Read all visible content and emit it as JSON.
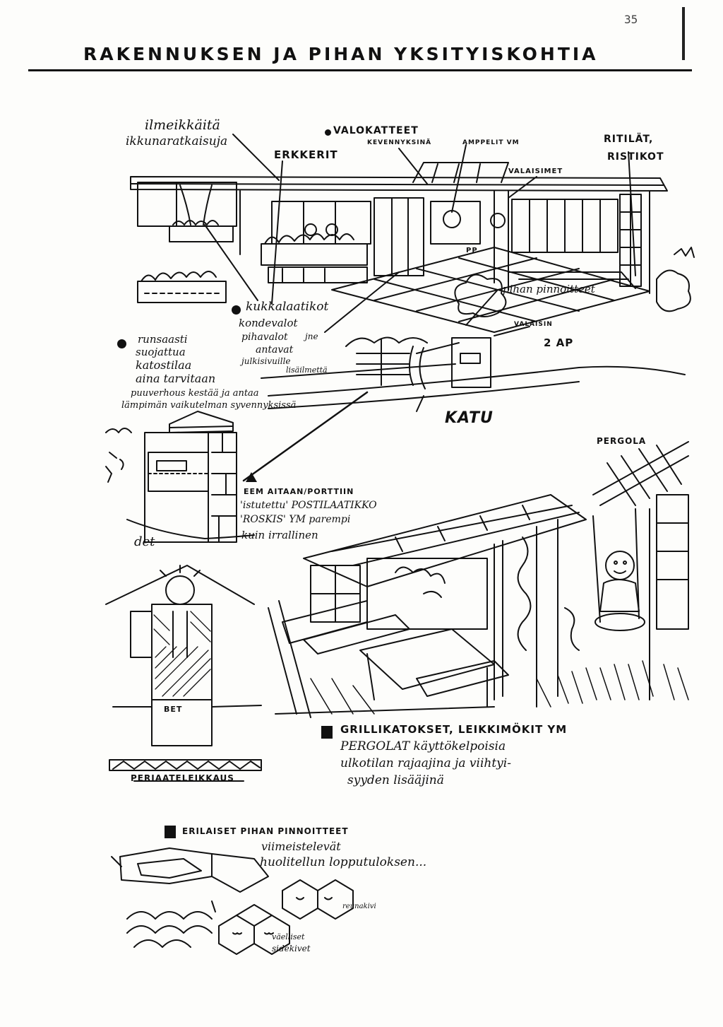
{
  "page_number": "35",
  "title": "RAKENNUKSEN JA PIHAN YKSITYISKOHTIA",
  "top_labels": {
    "ilmeikkaita": "ilmeikkäitä",
    "ikkunaratkaisuja": "ikkunaratkaisuja",
    "erkkerit": "ERKKERIT",
    "valokatteet": "VALOKATTEET",
    "kevennyksina": "KEVENNYKSINÄ",
    "amppelit": "AMPPELIT VM",
    "ritilat": "RITILÄT,",
    "ristikot": "RISTIKOT",
    "valaisimet": "VALAISIMET",
    "pp": "PP",
    "pihan_pinnoitteet": "pihan pinnoitteet",
    "valaisin": "VALAISIN",
    "two_ap": "2 AP"
  },
  "middle_notes": {
    "kukkalaatikot": "kukkalaatikot",
    "kondevalot": "kondevalot",
    "pihavalot": "pihavalot",
    "antavat": "antavat",
    "julkisivuille": "julkisivuille",
    "lisailmetta": "lisäilmettä",
    "jne": "jne",
    "runsaasti_1": "runsaasti",
    "runsaasti_2": "suojattua",
    "runsaasti_3": "katostilaa",
    "runsaasti_4": "aina tarvitaan",
    "puuverhous_1": "puuverhous kestää ja antaa",
    "puuverhous_2": "lämpimän vaikutelman syvennyksissä",
    "katu": "KATU",
    "pergola": "PERGOLA"
  },
  "mailbox_notes": {
    "line1": "EEM AITAAN/PORTTIIN",
    "line2": "'istutettu' POSTILAATIKKO",
    "line3": "'ROSKIS' YM parempi",
    "line4": "kuin irrallinen",
    "bet_label": "det",
    "bet": "BET",
    "periaate": "PERIAATELEIKKAUS"
  },
  "grill_notes": {
    "line1": "GRILLIKATOKSET, LEIKKIMÖKIT YM",
    "line2": "PERGOLAT käyttökelpoisia",
    "line3": "ulkotilan rajaajina ja viihtyi-",
    "line4": "syyden lisääjinä"
  },
  "bottom_notes": {
    "erilaiset": "ERILAISET PIHAN PINNOITTEET",
    "viimeistelevat": "viimeistelevät",
    "huolitellun": "huolitellun lopputuloksen...",
    "reunakivi": "reunakivi",
    "vaelliset": "väelliset",
    "sidekivet": "sidekivet"
  }
}
